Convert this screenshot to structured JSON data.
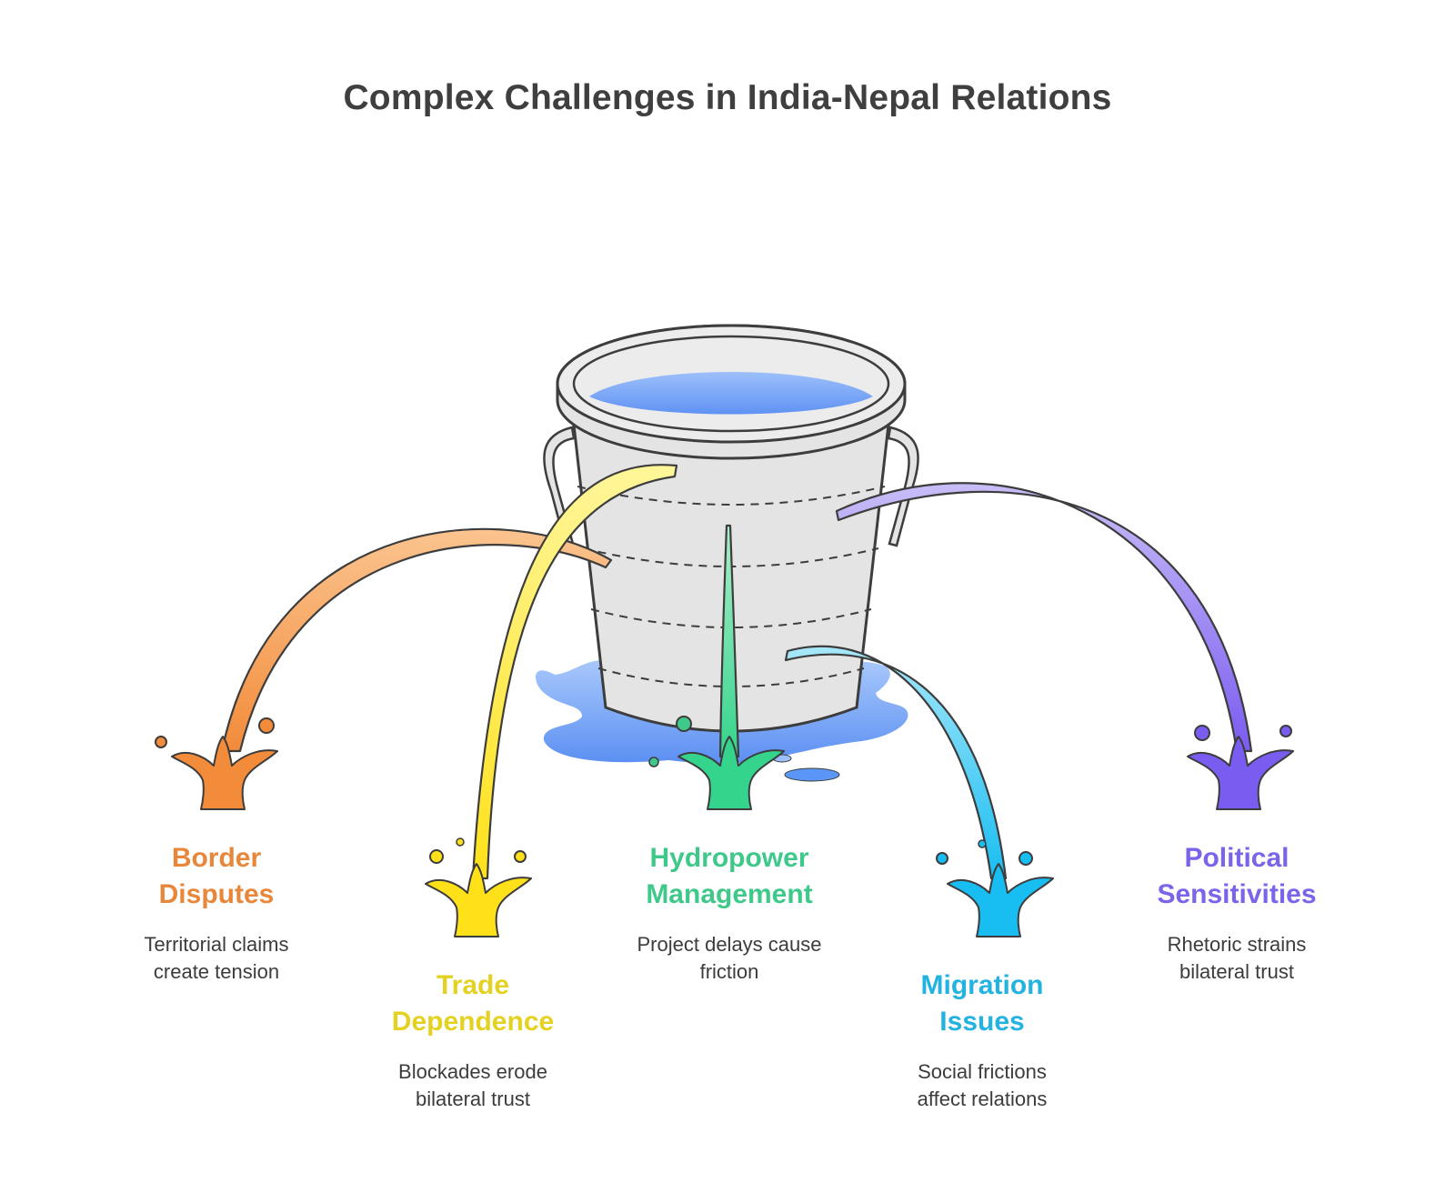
{
  "title": "Complex Challenges in India-Nepal Relations",
  "colors": {
    "water": "#5b95f5",
    "bucket_fill": "#e4e4e4",
    "outline": "#3d3d3d"
  },
  "items": [
    {
      "heading": "Border\nDisputes",
      "description": "Territorial claims\ncreate tension",
      "color": "#e8873a"
    },
    {
      "heading": "Trade\nDependence",
      "description": "Blockades erode\nbilateral trust",
      "color": "#e3d222"
    },
    {
      "heading": "Hydropower\nManagement",
      "description": "Project delays cause\nfriction",
      "color": "#3ec98a"
    },
    {
      "heading": "Migration\nIssues",
      "description": "Social frictions\naffect relations",
      "color": "#22b3e0"
    },
    {
      "heading": "Political\nSensitivities",
      "description": "Rhetoric strains\nbilateral trust",
      "color": "#7b63ea"
    }
  ]
}
